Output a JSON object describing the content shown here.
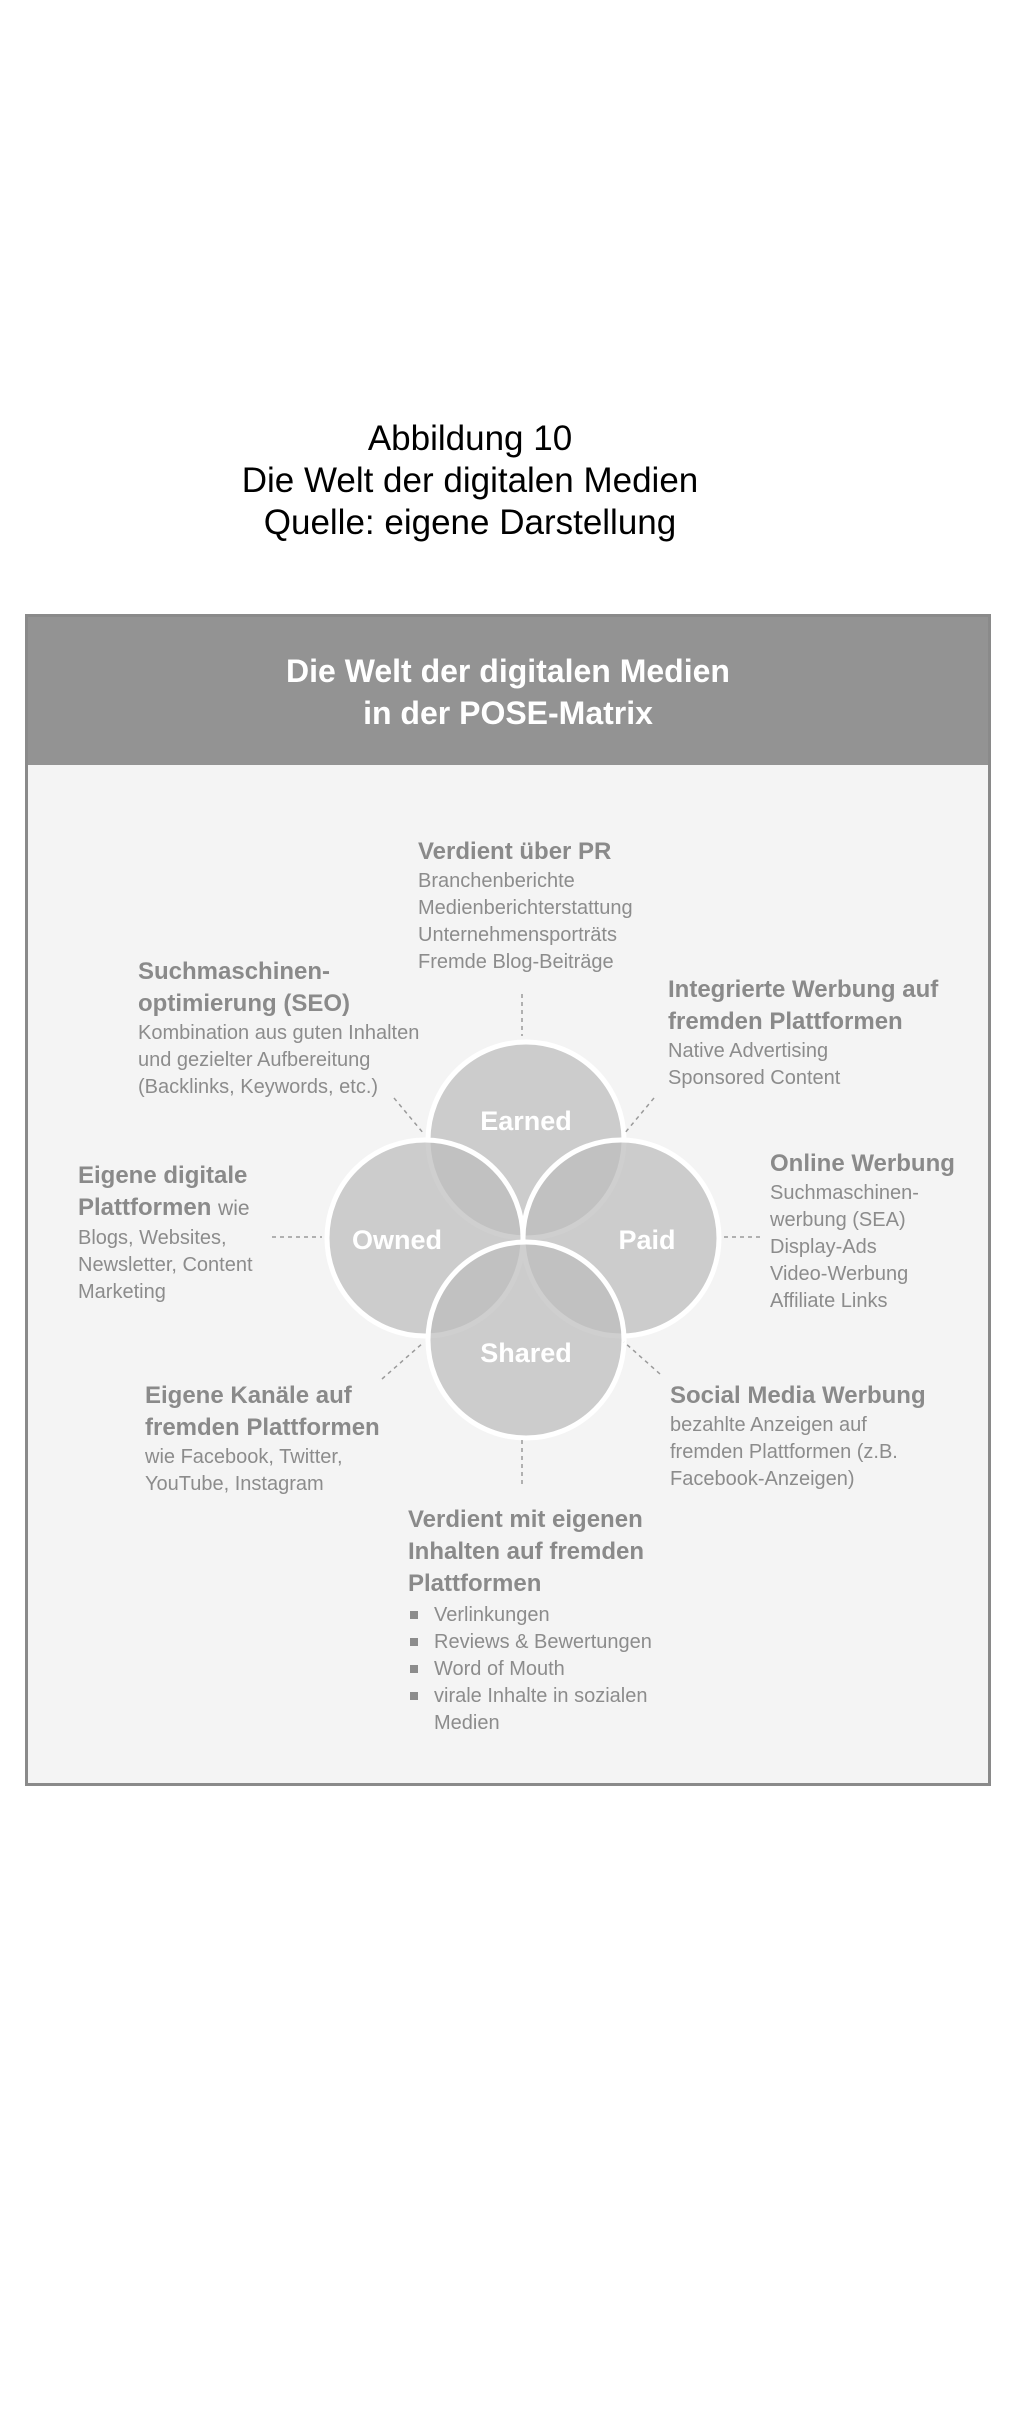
{
  "caption": {
    "line1": "Abbildung 10",
    "line2": "Die Welt der digitalen Medien",
    "line3": "Quelle: eigene Darstellung"
  },
  "header": {
    "line1": "Die Welt der digitalen Medien",
    "line2": "in der POSE-Matrix"
  },
  "circles": {
    "earned": "Earned",
    "owned": "Owned",
    "paid": "Paid",
    "shared": "Shared"
  },
  "blocks": {
    "pr": {
      "title": "Verdient über PR",
      "lines": [
        "Branchenberichte",
        "Medienberichterstattung",
        "Unternehmensporträts",
        "Fremde Blog-Beiträge"
      ]
    },
    "seo": {
      "title1": "Suchmaschinen-",
      "title2": "optimierung (SEO)",
      "lines": [
        "Kombination aus guten Inhalten",
        "und gezielter Aufbereitung",
        "(Backlinks, Keywords, etc.)"
      ]
    },
    "native": {
      "title1": "Integrierte Werbung auf",
      "title2": "fremden Plattformen",
      "lines": [
        "Native Advertising",
        "Sponsored Content"
      ]
    },
    "owned_platforms": {
      "title1": "Eigene digitale",
      "title2": "Plattformen",
      "title2_suffix": "wie",
      "lines": [
        "Blogs, Websites,",
        "Newsletter, Content",
        "Marketing"
      ]
    },
    "online": {
      "title": "Online Werbung",
      "lines": [
        "Suchmaschinen-",
        "werbung (SEA)",
        "Display-Ads",
        "Video-Werbung",
        "Affiliate Links"
      ]
    },
    "channels": {
      "title1": "Eigene Kanäle auf",
      "title2": "fremden Plattformen",
      "lines": [
        "wie Facebook, Twitter,",
        "YouTube, Instagram"
      ]
    },
    "social": {
      "title": "Social Media Werbung",
      "lines": [
        "bezahlte Anzeigen auf",
        "fremden Plattformen (z.B.",
        "Facebook-Anzeigen)"
      ]
    },
    "earned_own": {
      "title1": "Verdient mit eigenen",
      "title2": "Inhalten auf fremden",
      "title3": "Plattformen",
      "bullets": [
        "Verlinkungen",
        "Reviews & Bewertungen",
        "Word of Mouth",
        "virale Inhalte in sozialen"
      ],
      "bullet_cont": "Medien"
    }
  },
  "colors": {
    "header_bg": "#939393",
    "panel_bg": "#f4f4f4",
    "circle_fill": "#c2c2c2",
    "text": "#8c8c8c"
  }
}
